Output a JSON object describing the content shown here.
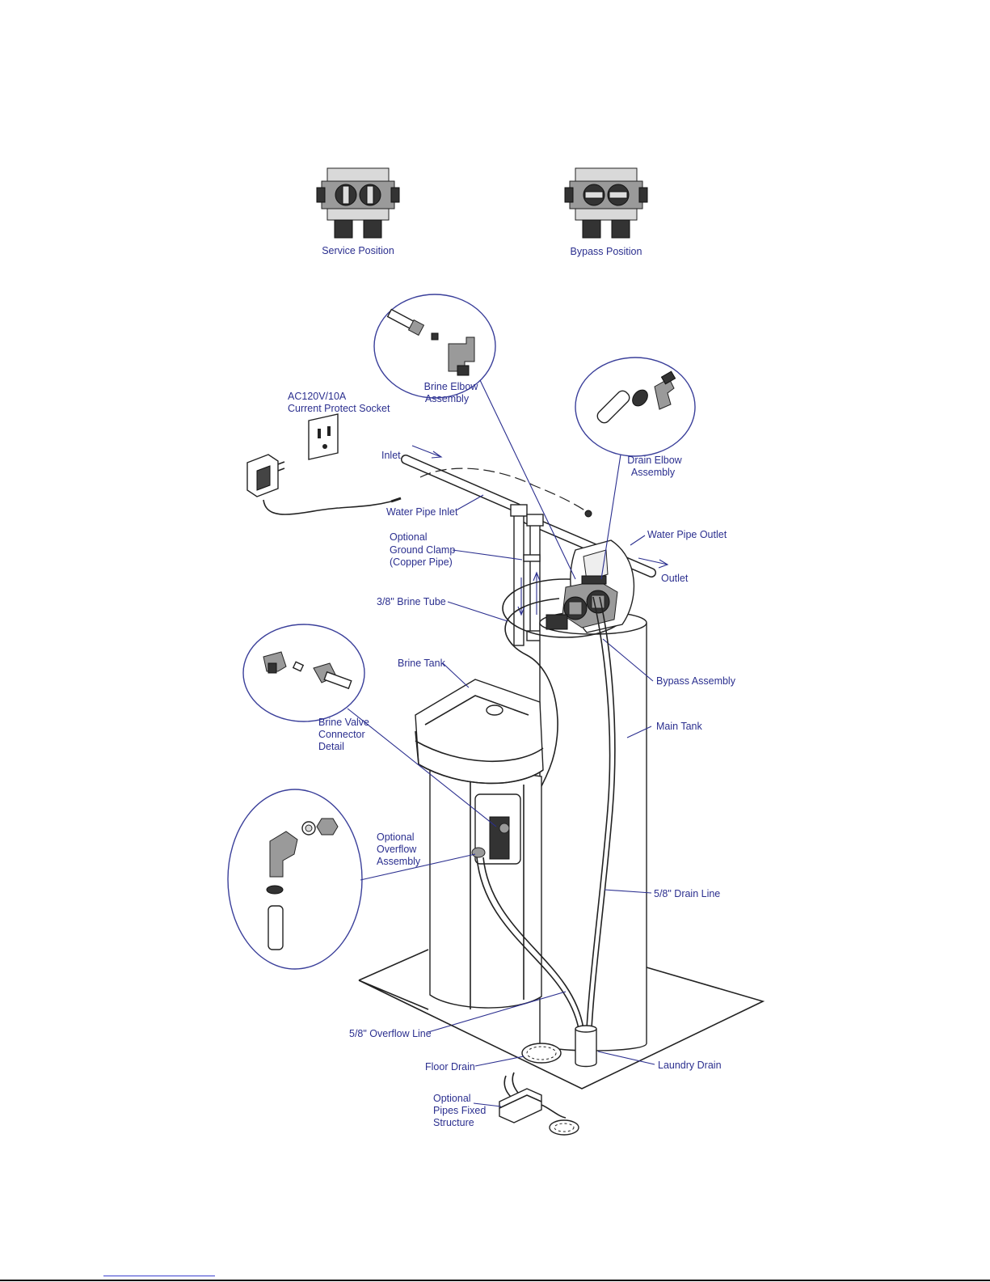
{
  "positions": {
    "service": "Service Position",
    "bypass": "Bypass Position"
  },
  "labels": {
    "brine_elbow": [
      "Brine Elbow",
      "Assembly"
    ],
    "socket": [
      "AC120V/10A",
      "Current Protect Socket"
    ],
    "drain_elbow": [
      "Drain Elbow",
      "Assembly"
    ],
    "inlet": "Inlet",
    "water_pipe_inlet": "Water Pipe Inlet",
    "water_pipe_outlet": "Water Pipe Outlet",
    "ground_clamp": [
      "Optional",
      "Ground Clamp",
      "(Copper Pipe)"
    ],
    "outlet": "Outlet",
    "brine_tube": "3/8\" Brine Tube",
    "brine_tank": "Brine Tank",
    "bypass_assembly": "Bypass Assembly",
    "brine_valve": [
      "Brine Valve",
      "Connector",
      "Detail"
    ],
    "main_tank": "Main Tank",
    "overflow_assembly": [
      "Optional",
      "Overflow",
      "Assembly"
    ],
    "drain_line": "5/8\" Drain Line",
    "overflow_line": "5/8\" Overflow Line",
    "floor_drain": "Floor Drain",
    "laundry_drain": "Laundry Drain",
    "pipes_fixed": [
      "Optional",
      "Pipes Fixed",
      "Structure"
    ]
  },
  "colors": {
    "label": "#2b2f8f",
    "ink": "#222222"
  }
}
